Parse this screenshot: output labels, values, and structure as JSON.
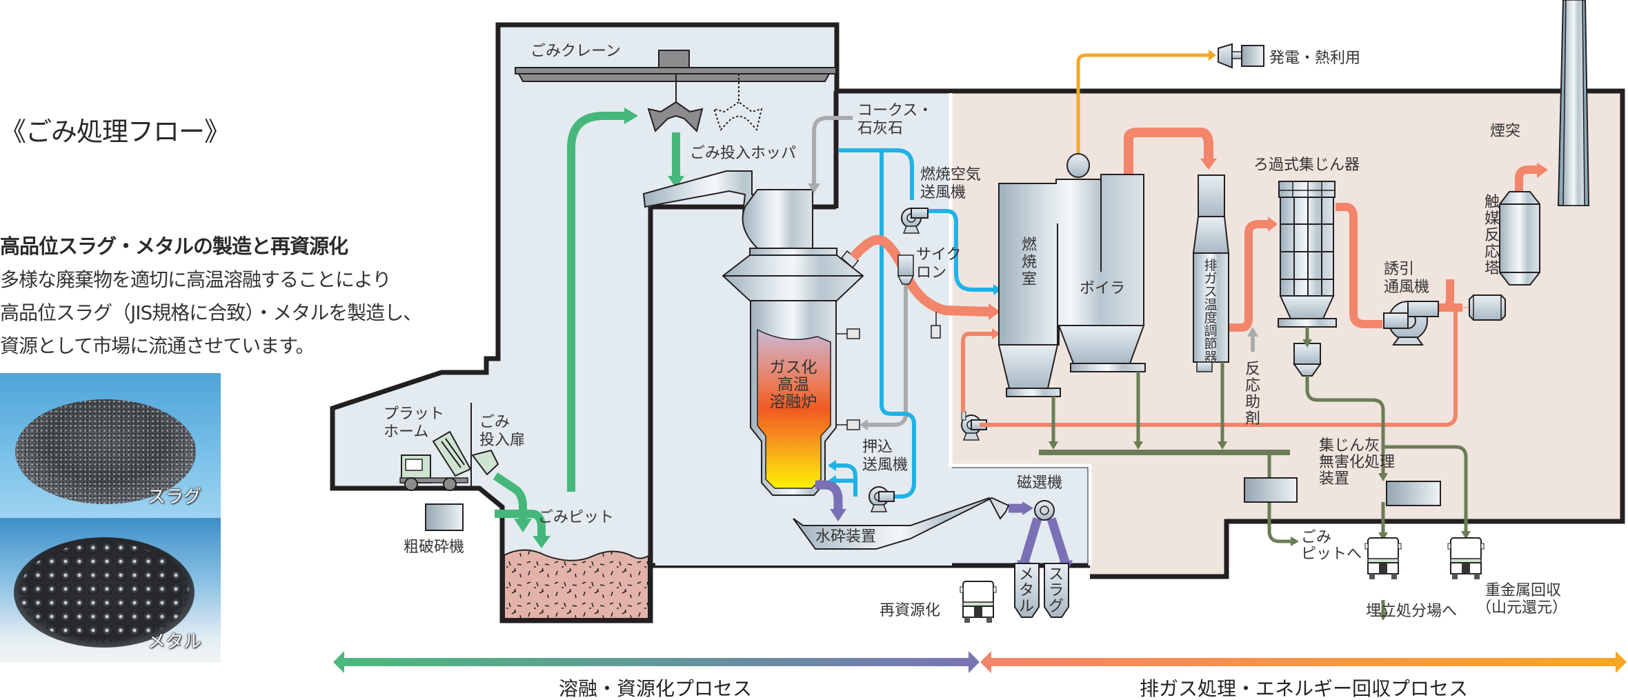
{
  "intro": {
    "title": "《ごみ処理フロー》",
    "heading": "高品位スラグ・メタルの製造と再資源化",
    "body_lines": [
      "多様な廃棄物を適切に高温溶融することにより",
      "高品位スラグ（JIS規格に合致）・メタルを製造し、",
      "資源として市場に流通させています。"
    ],
    "photos": [
      {
        "label": "スラグ"
      },
      {
        "label": "メタル"
      }
    ]
  },
  "labels": {
    "crane": "ごみクレーン",
    "hopper": "ごみ投入ホッパ",
    "coke": [
      "コークス・",
      "石灰石"
    ],
    "combustion_fan": [
      "燃焼空気",
      "送風機"
    ],
    "cyclone": [
      "サイク",
      "ロン"
    ],
    "furnace": [
      "ガス化",
      "高温",
      "溶融炉"
    ],
    "push_fan": [
      "押込",
      "送風機"
    ],
    "platform": [
      "プラット",
      "ホーム"
    ],
    "door": [
      "ごみ",
      "投入扉"
    ],
    "pit": "ごみピット",
    "crusher": "粗破砕機",
    "granulator": "水砕装置",
    "magnet": "磁選機",
    "bin_metal": [
      "メ",
      "タ",
      "ル"
    ],
    "bin_slag": [
      "ス",
      "ラ",
      "グ"
    ],
    "recycle": "再資源化",
    "power": "発電・熱利用",
    "chamber": [
      "燃",
      "焼",
      "室"
    ],
    "boiler": "ボイラ",
    "gas_cooler": [
      "排",
      "ガ",
      "ス",
      "温",
      "度",
      "調",
      "節",
      "器"
    ],
    "reagent": [
      "反",
      "応",
      "助",
      "剤"
    ],
    "bag_filter": "ろ過式集じん器",
    "id_fan": [
      "誘引",
      "通風機"
    ],
    "catalyst": [
      "触",
      "媒",
      "反",
      "応",
      "塔"
    ],
    "stack": "煙突",
    "ash_treatment": [
      "集じん灰",
      "無害化処理",
      "装置"
    ],
    "to_pit": [
      "ごみ",
      "ピットへ"
    ],
    "to_landfill": "埋立処分場へ",
    "metal_recovery": [
      "重金属回収",
      "（山元還元）"
    ]
  },
  "process_bar": {
    "left": {
      "label": "溶融・資源化プロセス",
      "color_start": "#4cba7c",
      "color_end": "#7a74b4"
    },
    "right": {
      "label": "排ガス処理・エネルギー回収プロセス",
      "color_start": "#f2846a",
      "color_end": "#f6a623"
    }
  },
  "colors": {
    "waste_flow": "#45b77a",
    "air_flow": "#1fb2e6",
    "gas_flow": "#f2856a",
    "steam_flow": "#f6a623",
    "slag_flow": "#7a70b5",
    "ash_flow": "#6a7d55",
    "additive_flow": "#a9abad",
    "melting_zone_bg": "#e3ebf0",
    "gas_zone_bg": "#f0e4de"
  }
}
